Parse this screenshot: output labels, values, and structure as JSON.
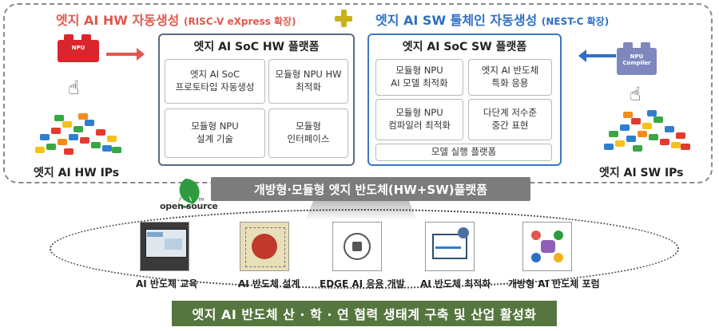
{
  "header": {
    "hw_title": "엣지 AI HW 자동생성",
    "hw_sub": "(RISC-V eXpress 확장)",
    "sw_title": "엣지 AI SW 툴체인 자동생성",
    "sw_sub": "(NEST-C 확장)"
  },
  "hw_side": {
    "brick_label": "NPU",
    "ip_label": "엣지 AI HW IPs"
  },
  "sw_side": {
    "brick_label": "NPU Compiler",
    "ip_label": "엣지 AI SW IPs"
  },
  "hw_platform": {
    "title": "엣지 AI SoC HW 플랫폼",
    "cells": [
      "엣지 AI SoC\n프로토타입 자동생성",
      "모듈형 NPU HW\n최적화",
      "모듈형 NPU\n설계 기술",
      "모듈형\n인터페이스"
    ]
  },
  "sw_platform": {
    "title": "엣지 AI SoC SW 플랫폼",
    "cells": [
      "모듈형 NPU\nAI 모델 최적화",
      "엣지 AI 반도체\n특화 응용",
      "모듈형  NPU\n컴파일러 최적화",
      "다단계 저수준\n중간 표현"
    ],
    "footer": "모델 실행 플랫폼"
  },
  "banner": "개방형·모듈형 엣지 반도체(HW+SW)플랫폼",
  "open_source": {
    "text": "open source",
    "tm": "TM"
  },
  "applications": [
    {
      "label": "AI 반도체 교육"
    },
    {
      "label": "AI 반도체 설계"
    },
    {
      "label": "EDGE AI 응용 개발"
    },
    {
      "label": "AI 반도체 최적화"
    },
    {
      "label": "개방형 AI 반도체 포럼"
    }
  ],
  "bottom_bar": "엣지 AI 반도체 산 · 학 · 연 협력 생태계 구축 및 산업 활성화",
  "colors": {
    "hw": "#e2574c",
    "sw": "#2e6fc4",
    "banner": "#7c7c7c",
    "bottom": "#56763f",
    "plus": "#c9b11a"
  }
}
